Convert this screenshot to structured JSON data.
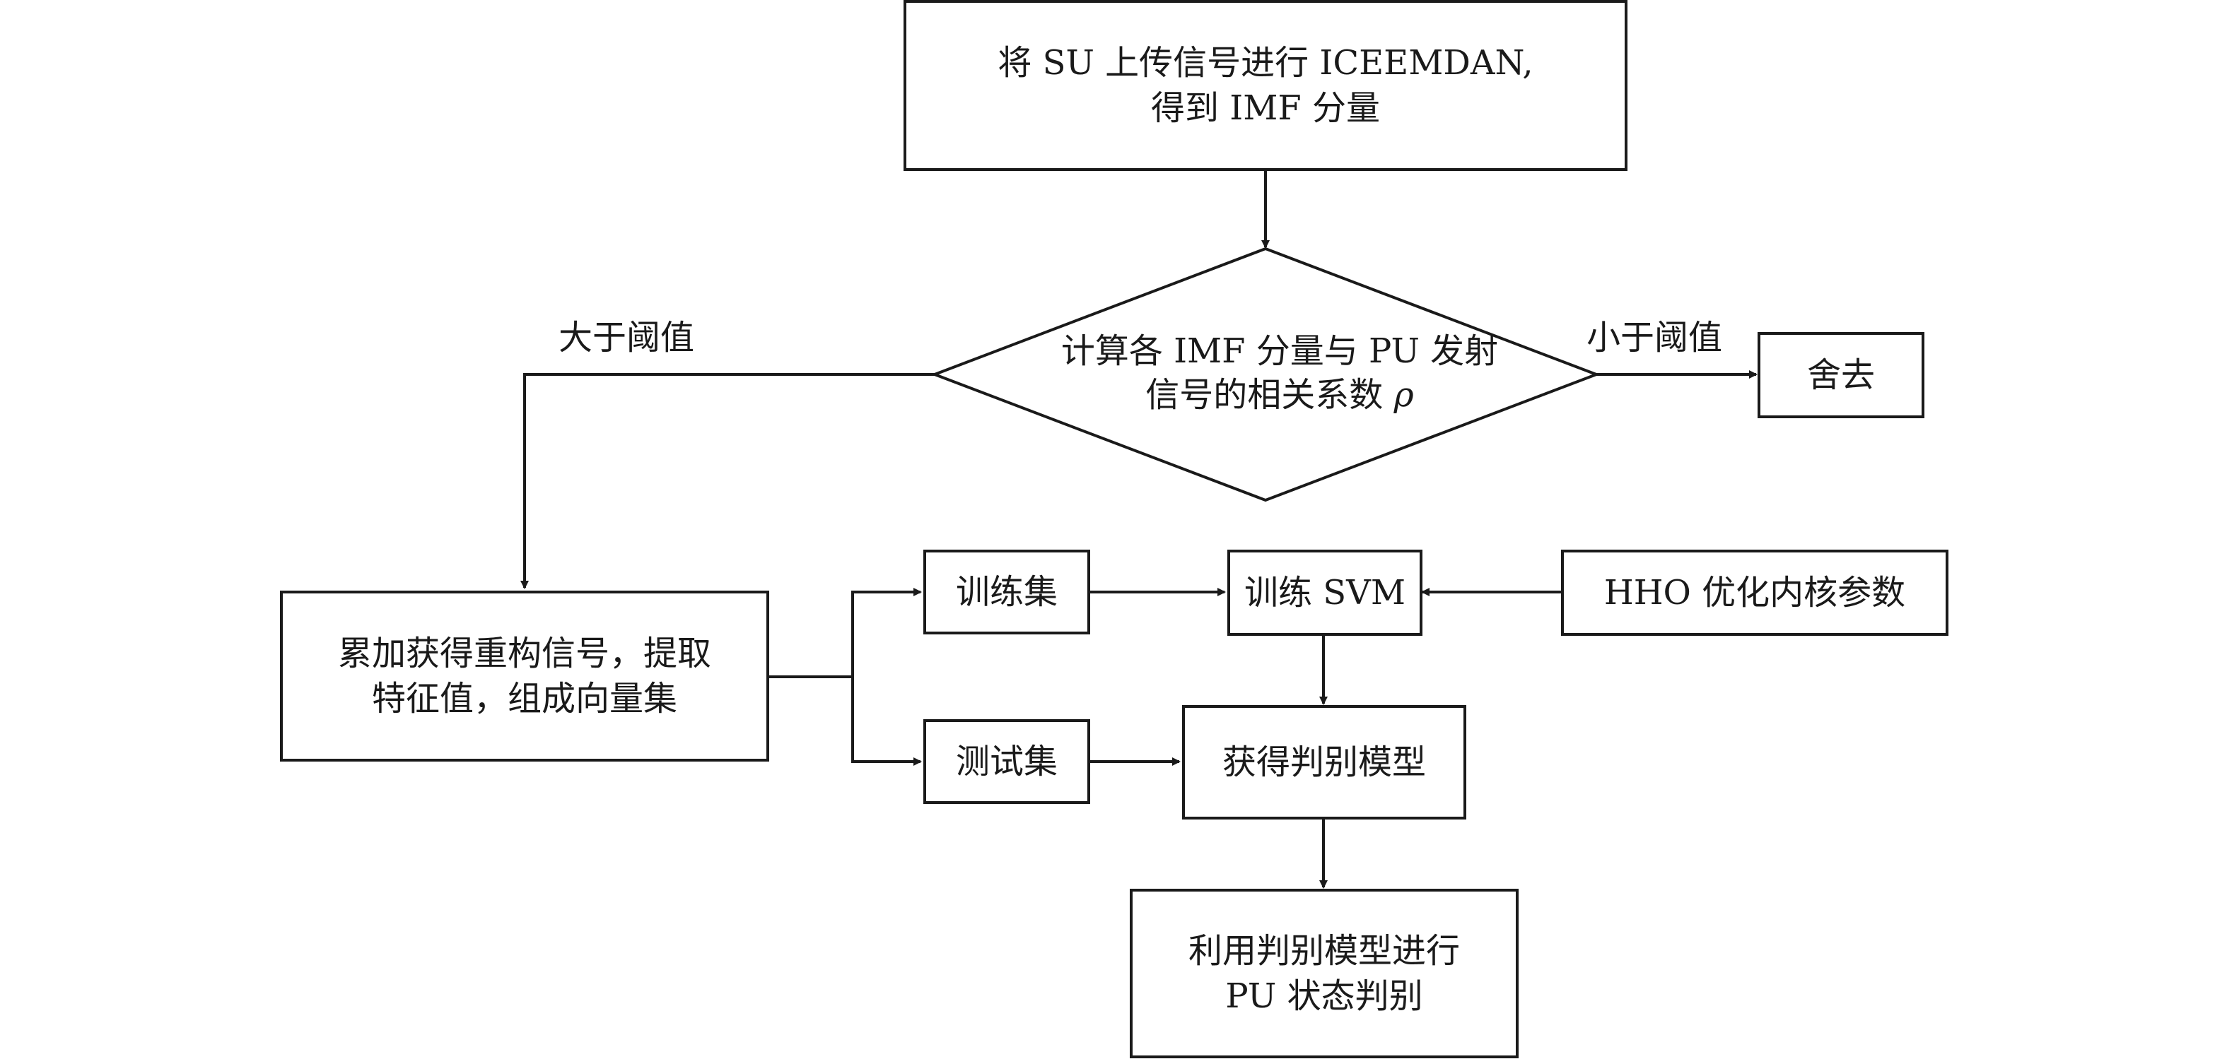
{
  "nodes": {
    "ceemdan": {
      "line1": "将 SU 上传信号进行 ICEEMDAN,",
      "line2": "得到 IMF 分量"
    },
    "correlation": {
      "line1": "计算各 IMF 分量与 PU 发射",
      "line2": "信号的相关系数",
      "symbol": "ρ"
    },
    "discard": {
      "text": "舍去"
    },
    "reconstruct": {
      "line1": "累加获得重构信号，提取",
      "line2": "特征值，组成向量集"
    },
    "training_set": {
      "text": "训练集"
    },
    "test_set": {
      "text": "测试集"
    },
    "train_svm": {
      "text": "训练 SVM"
    },
    "hho": {
      "text": "HHO 优化内核参数"
    },
    "model": {
      "text": "获得判别模型"
    },
    "judge": {
      "line1": "利用判别模型进行",
      "line2": "PU 状态判别"
    }
  },
  "edge_labels": {
    "greater": "大于阈值",
    "less": "小于阈值"
  },
  "style": {
    "stroke": "#1a1a1a",
    "background": "#ffffff"
  }
}
